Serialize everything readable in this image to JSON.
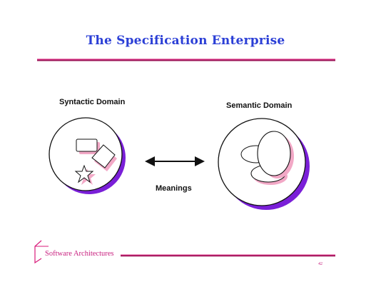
{
  "slide": {
    "title": "The Specification Enterprise",
    "syntactic_label": "Syntactic Domain",
    "semantic_label": "Semantic Domain",
    "meanings_label": "Meanings",
    "footer": "Software Architectures",
    "page_number": "42"
  },
  "colors": {
    "title": "#2b3fd6",
    "accent_rule": "#d81b7a",
    "shadow_purple": "#7a1fd8",
    "shape_shadow_pink": "#f2a8c6",
    "footer": "#c8207f"
  },
  "icons": {
    "syntactic_shapes": [
      "rectangle",
      "diamond",
      "star"
    ],
    "semantic_shapes": [
      "ellipse",
      "ellipse",
      "ellipse"
    ],
    "connector": "double-headed-arrow"
  }
}
